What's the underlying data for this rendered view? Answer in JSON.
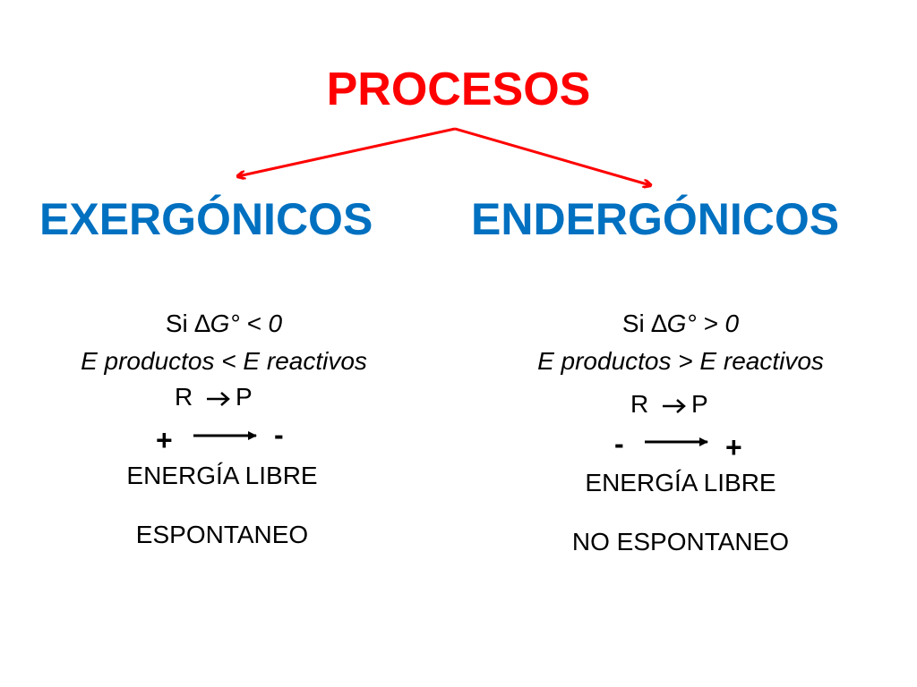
{
  "title": "PROCESOS",
  "colors": {
    "title": "#ff0000",
    "category": "#0070c0",
    "arrow": "#ff0000",
    "text": "#000000"
  },
  "left": {
    "heading": "EXERGÓNICOS",
    "cond_prefix": "Si ",
    "delta": "∆",
    "cond_g": "G",
    "cond_rest": "° < 0",
    "energy_relation": "E productos < E reactivos",
    "reaction_r": "R",
    "reaction_arrow_icon": "right-arrow",
    "reaction_p": "P",
    "sign_start": "+",
    "sign_end": "-",
    "energy_label": "ENERGÍA  LIBRE",
    "result": "ESPONTANEO"
  },
  "right": {
    "heading": "ENDERGÓNICOS",
    "cond_prefix": "Si ",
    "delta": "∆",
    "cond_g": "G",
    "cond_rest": "° > 0",
    "energy_relation": "E productos > E reactivos",
    "reaction_r": "R",
    "reaction_arrow_icon": "right-arrow",
    "reaction_p": "P",
    "sign_start": "-",
    "sign_end": "+",
    "energy_label": "ENERGÍA  LIBRE",
    "result": "NO ESPONTANEO"
  }
}
